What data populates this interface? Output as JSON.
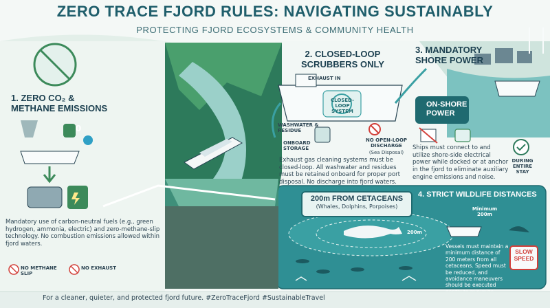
{
  "header": {
    "title": "ZERO TRACE FJORD RULES: NAVIGATING SUSTAINABLY",
    "subtitle": "PROTECTING FJORD ECOSYSTEMS & COMMUNITY HEALTH"
  },
  "section1": {
    "heading_line1": "1. ZERO CO₂ &",
    "heading_line2": "METHANE EMISSIONS",
    "body": "Mandatory use of carbon-neutral fuels (e.g., green hydrogen, ammonia, electric) and zero-methane-slip technology. No combustion emissions allowed within fjord waters.",
    "badge1": "NO METHANE SLIP",
    "badge2": "NO EXHAUST",
    "zero_glyph": "0"
  },
  "section2": {
    "heading_line1": "2. CLOSED-LOOP",
    "heading_line2": "SCRUBBERS ONLY",
    "exhaust_label": "EXHAUST IN",
    "system_label": "CLOSED-LOOP SYSTEM",
    "washwater_label": "WASHWATER & RESIDUE",
    "storage_label": "ONBOARD STORAGE",
    "discharge_label": "NO OPEN-LOOP DISCHARGE",
    "discharge_sub": "(Sea Disposal)",
    "body": "Exhaust gas cleaning systems must be closed-loop. All washwater and residues must be retained onboard for proper port disposal. No discharge into fjord waters."
  },
  "section3": {
    "heading_line1": "3. MANDATORY",
    "heading_line2": "SHORE POWER",
    "badge_line1": "ON-SHORE",
    "badge_line2": "POWER",
    "body": "Ships must connect to and utilize shore-side electrical power while docked or at anchor in the fjord to eliminate auxiliary engine emissions and noise.",
    "stay_label": "DURING ENTIRE STAY"
  },
  "section4": {
    "heading": "4. STRICT WILDLIFE DISTANCES",
    "banner_title": "200m FROM CETACEANS",
    "banner_sub": "(Whales, Dolphins, Porpoises)",
    "ring_label": "200m",
    "minimum_label": "Minimum 200m",
    "body": "Vessels must maintain a minimum distance of 200 meters from all cetaceans. Speed must be reduced, and avoidance maneuvers should be executed gently to minimize disturbance.",
    "sign_line1": "SLOW",
    "sign_line2": "SPEED"
  },
  "footer": {
    "text": "For a cleaner, quieter, and protected fjord future. #ZeroTraceFjord #SustainableTravel"
  },
  "colors": {
    "teal_dark": "#1f5e6b",
    "sea": "#4fb0b0",
    "green": "#3c8a5a",
    "red": "#d2403a"
  }
}
